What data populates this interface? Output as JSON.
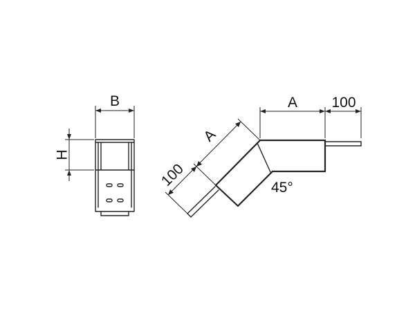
{
  "labels": {
    "width": "B",
    "height": "H",
    "length_diag": "A",
    "ext_diag": "100",
    "length_horiz": "A",
    "ext_horiz": "100",
    "angle": "45°"
  },
  "colors": {
    "line": "#222222",
    "background": "#ffffff"
  }
}
